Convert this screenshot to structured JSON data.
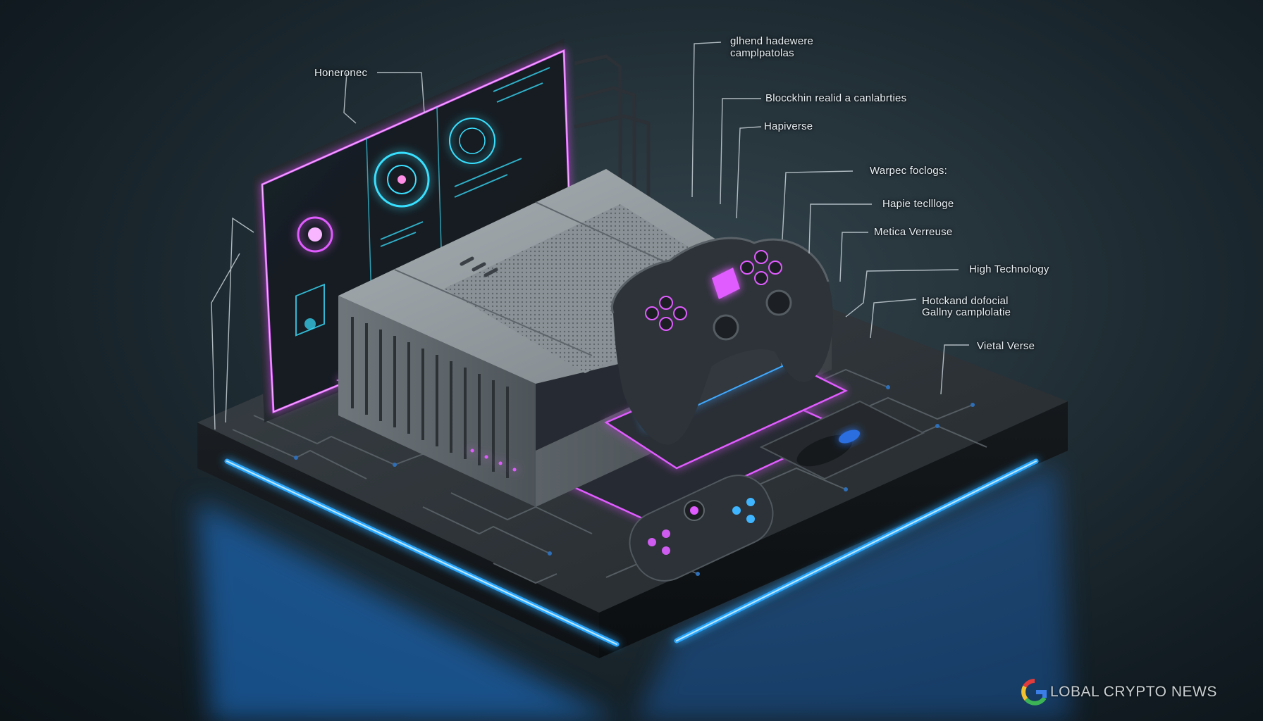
{
  "callouts": [
    {
      "id": "honeronec",
      "text": "Honeronec"
    },
    {
      "id": "glhend",
      "lines": [
        "glhend hadewere",
        "camplpatolas"
      ]
    },
    {
      "id": "blockchain",
      "text": "Blocckhin realid a canlabrties"
    },
    {
      "id": "hapiverse",
      "text": "Hapiverse"
    },
    {
      "id": "warpec",
      "text": "Warpec foclogs:"
    },
    {
      "id": "hapie",
      "text": "Hapie tecllloge"
    },
    {
      "id": "metica",
      "text": "Metica Verreuse"
    },
    {
      "id": "high",
      "text": "High Technology"
    },
    {
      "id": "hotckand",
      "lines": [
        "Hotckand dofocial",
        "Gallny camplolatie"
      ]
    },
    {
      "id": "vietal",
      "text": "Vietal Verse"
    }
  ],
  "brand": {
    "text": "LOBAL CRYPTO NEWS",
    "logo_icon": "letter-g-logo-icon",
    "logo_colors": [
      "#e23b3b",
      "#f2c230",
      "#3cb455",
      "#3c7ee8"
    ]
  },
  "colors": {
    "neon_blue": "#2aa8ff",
    "neon_pink": "#e05cff",
    "neon_cyan": "#39e0ff",
    "console_gray": "#8f979b"
  }
}
